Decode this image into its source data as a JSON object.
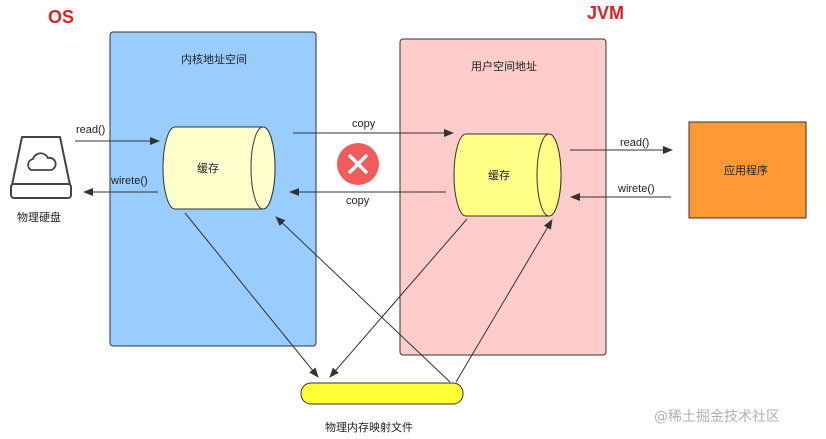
{
  "labels": {
    "os": "OS",
    "jvm": "JVM",
    "kernel_space": "内核地址空间",
    "user_space": "用户空间地址",
    "kernel_cache": "缓存",
    "user_cache": "缓存",
    "disk": "物理硬盘",
    "app": "应用程序",
    "mapped_file": "物理内存映射文件",
    "read_left": "read()",
    "write_left": "wirete()",
    "copy_top": "copy",
    "copy_bottom": "copy",
    "read_right": "read()",
    "write_right": "wirete()",
    "watermark": "@稀土掘金技术社区"
  },
  "icons": {
    "disk": "hard-disk-cloud-icon",
    "blocked": "x-circle-icon"
  },
  "colors": {
    "title": "#e02020",
    "kernel_bg": "#99ccff",
    "user_bg": "#ffcccc",
    "cache_fill": "#ffffcc",
    "user_cache_fill": "#ffff88",
    "mapped_fill": "#ffff33",
    "app_fill": "#ff9933",
    "blocked": "#f05b5b"
  }
}
